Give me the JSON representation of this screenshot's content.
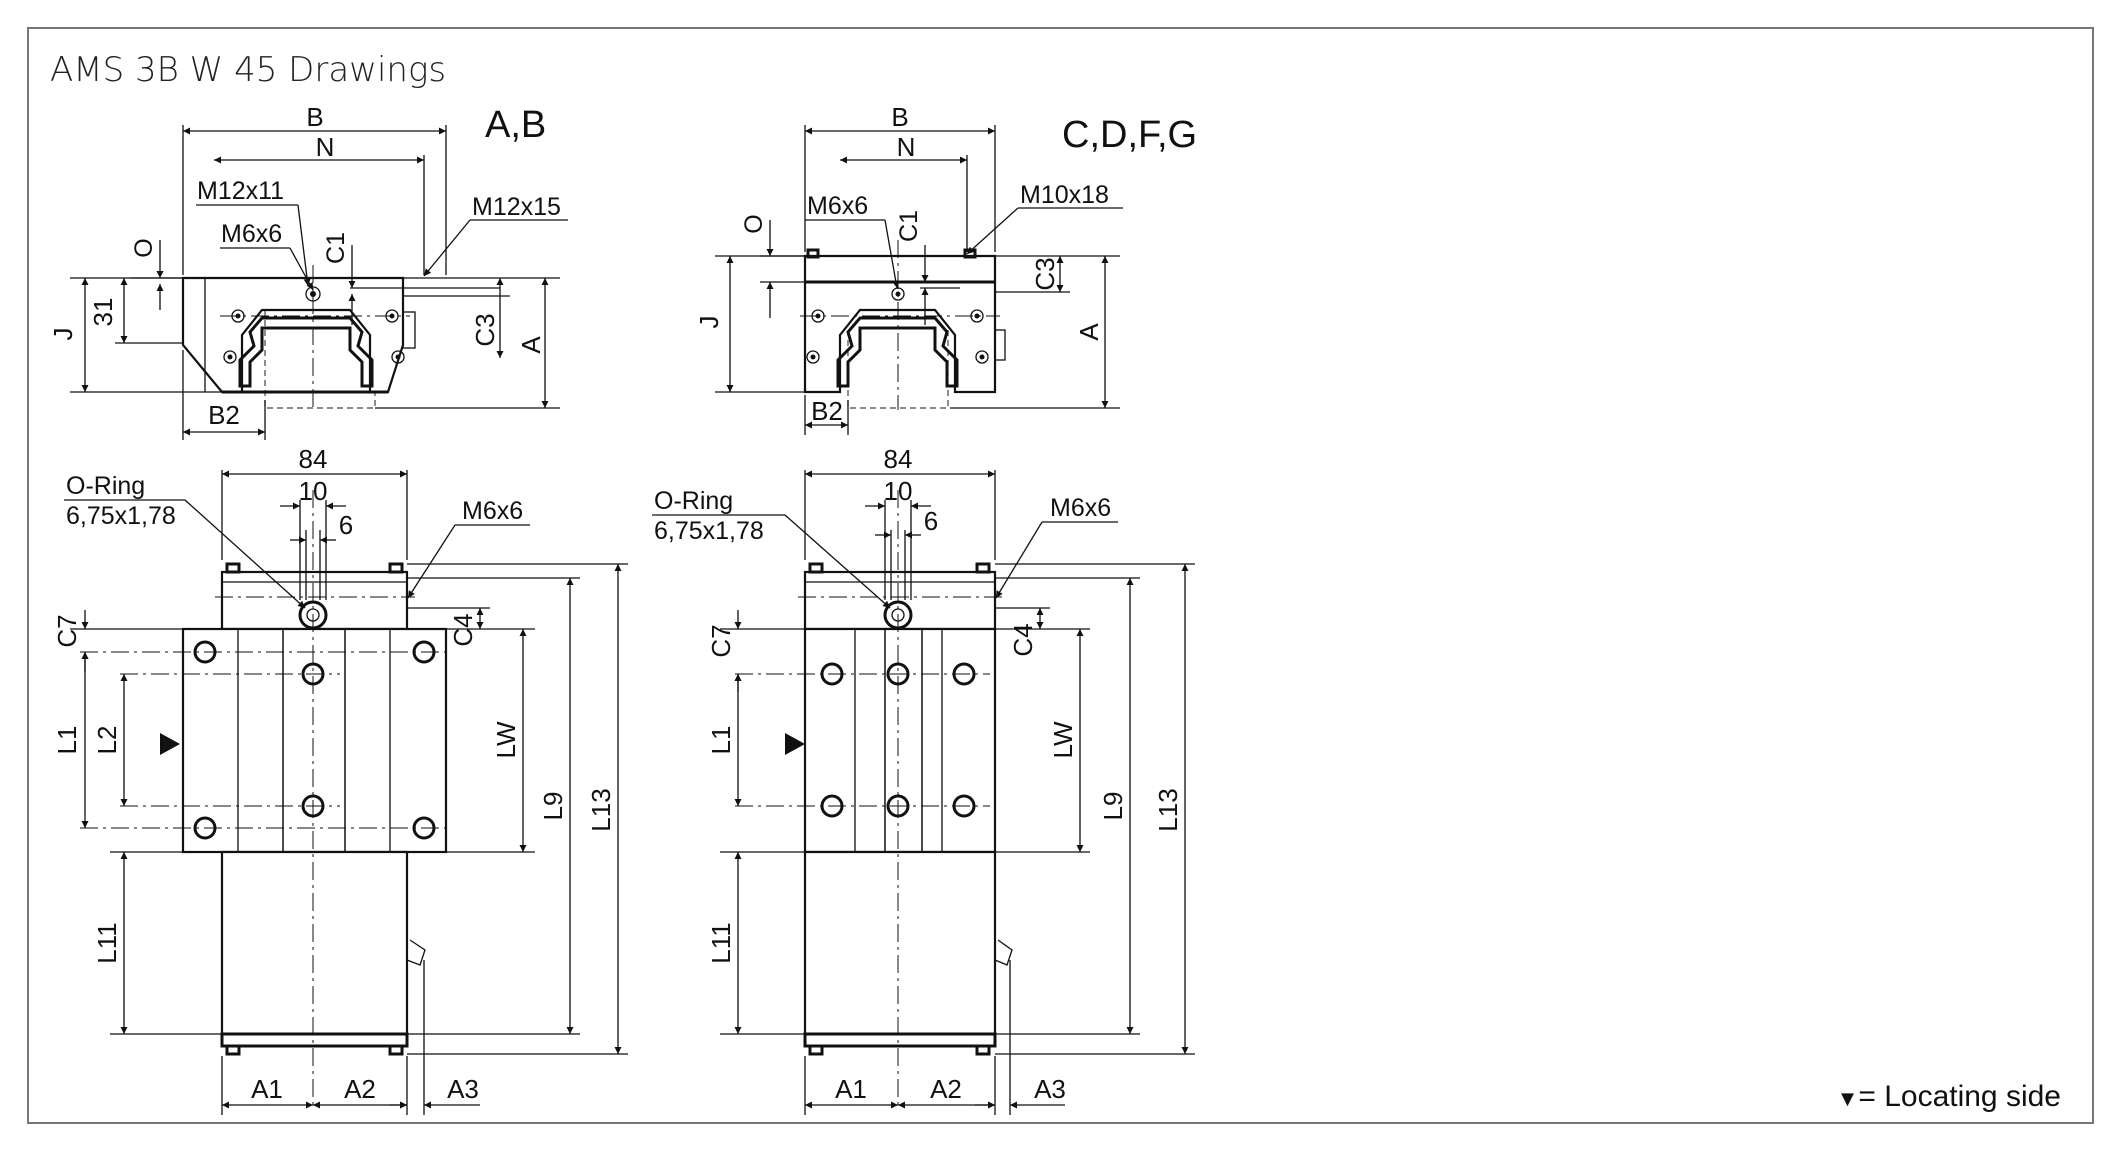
{
  "title": "AMS 3B W 45 Drawings",
  "legend": {
    "symbol": "▼",
    "text": "= Locating side"
  },
  "colors": {
    "line": "#111111",
    "frame": "#777777",
    "background": "#ffffff"
  },
  "left": {
    "variant": "A,B",
    "top_view": {
      "B": "B",
      "N": "N",
      "M12x11": "M12x11",
      "M6x6": "M6x6",
      "M12x15": "M12x15",
      "O": "O",
      "C1": "C1",
      "J": "J",
      "d31": "31",
      "C3": "C3",
      "A": "A",
      "B2": "B2"
    },
    "side_view": {
      "d84": "84",
      "d10": "10",
      "d6": "6",
      "oring1": "O-Ring",
      "oring2": "6,75x1,78",
      "M6x6": "M6x6",
      "C7": "C7",
      "C4": "C4",
      "L1": "L1",
      "L2": "L2",
      "LW": "LW",
      "L9": "L9",
      "L13": "L13",
      "L11": "L11",
      "A1": "A1",
      "A2": "A2",
      "A3": "A3"
    }
  },
  "right": {
    "variant": "C,D,F,G",
    "top_view": {
      "B": "B",
      "N": "N",
      "M6x6": "M6x6",
      "M10x18": "M10x18",
      "O": "O",
      "C1": "C1",
      "C3": "C3",
      "J": "J",
      "A": "A",
      "B2": "B2"
    },
    "side_view": {
      "d84": "84",
      "d10": "10",
      "d6": "6",
      "oring1": "O-Ring",
      "oring2": "6,75x1,78",
      "M6x6": "M6x6",
      "C7": "C7",
      "C4": "C4",
      "L1": "L1",
      "LW": "LW",
      "L9": "L9",
      "L13": "L13",
      "L11": "L11",
      "A1": "A1",
      "A2": "A2",
      "A3": "A3"
    }
  }
}
